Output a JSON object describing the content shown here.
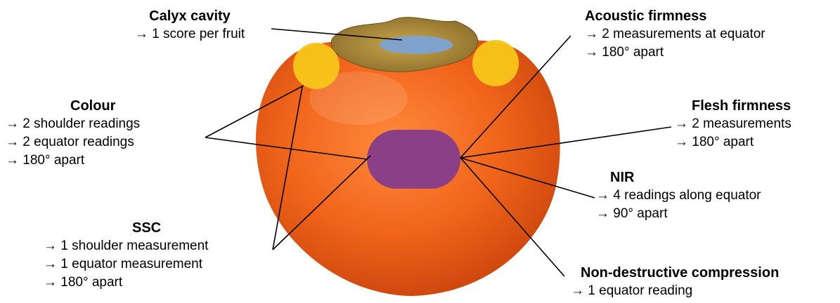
{
  "labels": {
    "calyx": {
      "title": "Calyx cavity",
      "lines": [
        "→ 1 score per fruit"
      ]
    },
    "acoustic": {
      "title": "Acoustic firmness",
      "lines": [
        "→ 2 measurements at equator",
        "→ 180° apart"
      ]
    },
    "colour": {
      "title": "Colour",
      "lines": [
        "→ 2 shoulder readings",
        "→ 2 equator readings",
        "→ 180° apart"
      ]
    },
    "flesh": {
      "title": "Flesh firmness",
      "lines": [
        "→ 2 measurements",
        "→ 180° apart"
      ]
    },
    "nir": {
      "title": "NIR",
      "lines": [
        "→ 4 readings along equator",
        "→ 90° apart"
      ]
    },
    "ssc": {
      "title": "SSC",
      "lines": [
        "→ 1 shoulder measurement",
        "→ 1 equator measurement",
        "→ 180° apart"
      ]
    },
    "ndc": {
      "title": "Non-destructive compression",
      "lines": [
        "→ 1 equator reading"
      ]
    }
  },
  "colors": {
    "fruit": "#f0641a",
    "fruit_dark": "#c9430c",
    "calyx": "#a88a3a",
    "calyx_cavity_marker": "#7fa3cc",
    "shoulder_marker": "#f7c619",
    "equator_marker": "#8a3f87"
  }
}
